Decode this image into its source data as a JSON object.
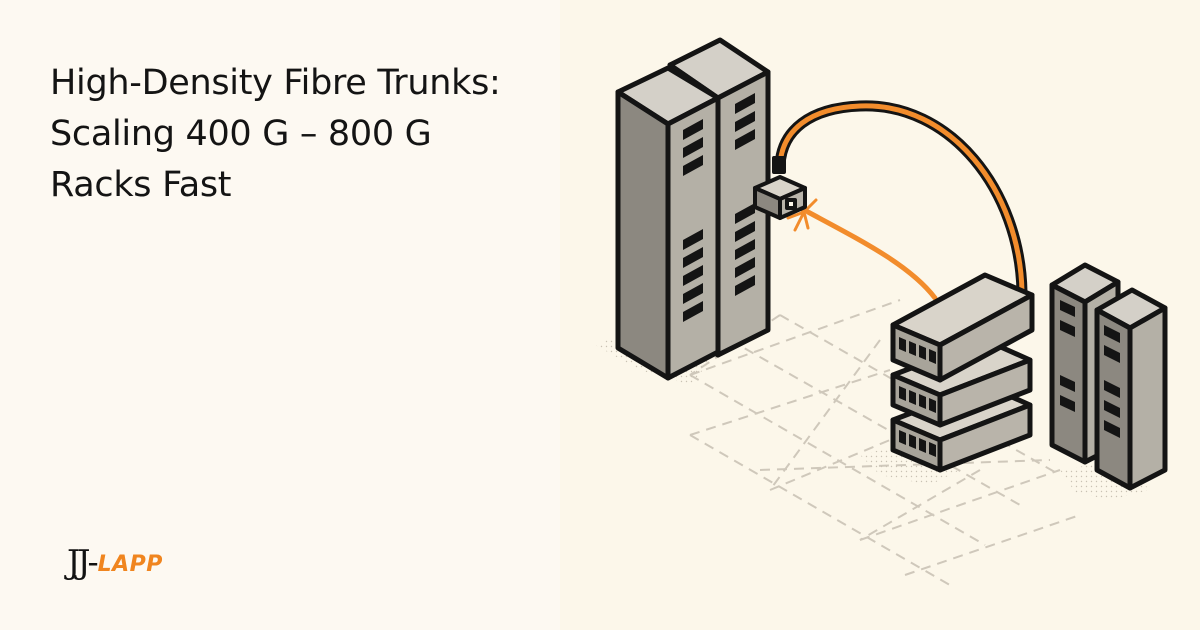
{
  "hero": {
    "title": "High-Density Fibre Trunks: Scaling 400 G – 800 G Racks Fast"
  },
  "brand": {
    "logo_jj": "JJ-",
    "logo_lapp": "LAPP",
    "accent_color": "#f0851f",
    "ink_color": "#141414"
  },
  "illustration": {
    "icons": [
      "server-rack-icon",
      "fibre-cable-icon",
      "connector-icon",
      "network-switch-icon",
      "spark-icon"
    ]
  }
}
